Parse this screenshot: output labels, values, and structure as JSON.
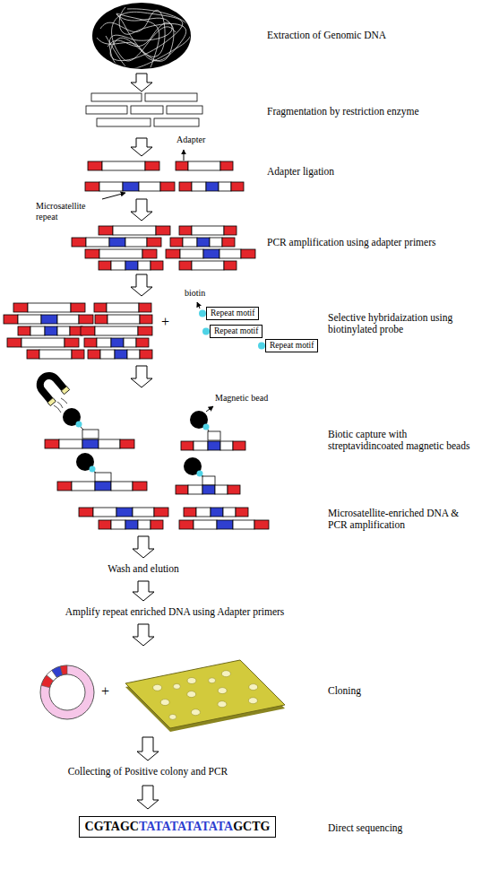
{
  "diagram": {
    "nodes": [
      {
        "text": [
          "Repeat motif"
        ]
      },
      {
        "text": [
          "Repeat motif"
        ]
      },
      {
        "text": [
          "Repeat motif"
        ]
      },
      {
        "text": [
          "CGTAGC",
          "TATATATATATA",
          "GCTG"
        ]
      }
    ],
    "labels": [
      "Extraction of Genomic DNA",
      "Fragmentation by restriction enzyme",
      "Adapter",
      "Adapter ligation",
      "Microsatellite repeat",
      "PCR amplification using adapter primers",
      "biotin",
      "+",
      "Selective hybridaization using biotinylated probe",
      "Magnetic bead",
      "Biotic capture with streptavidincoated magnetic beads",
      "Microsatellite-enriched DNA & PCR amplification",
      "Wash and elution",
      "Amplify repeat enriched DNA using Adapter primers",
      "+",
      "Cloning",
      "Collecting of Positive colony and PCR",
      "Direct sequencing"
    ]
  }
}
